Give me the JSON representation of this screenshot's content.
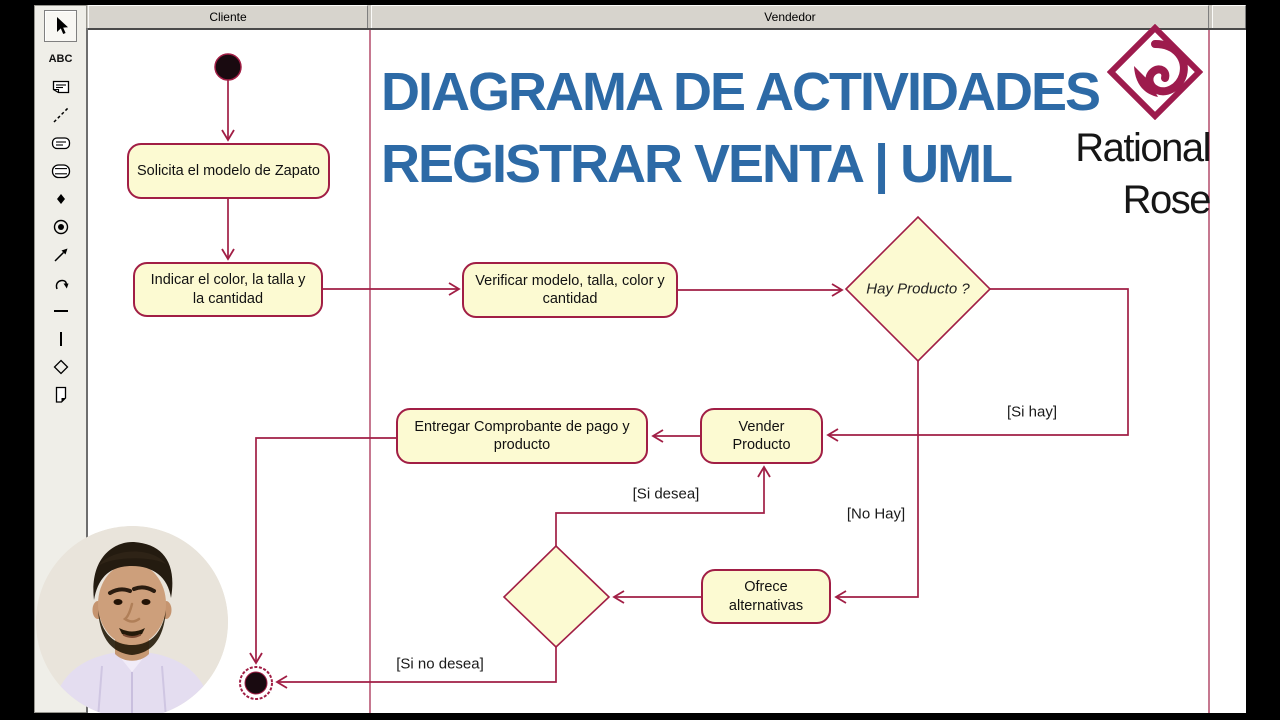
{
  "colors": {
    "accent_maroon": "#A11E45",
    "node_fill": "#FCFAD2",
    "title_blue": "#2D6AA6",
    "logo_maroon": "#9D1B4D"
  },
  "toolbar": {
    "text_tool_label": "ABC",
    "tools": [
      "cursor",
      "text",
      "note",
      "anchor-note",
      "state",
      "activity",
      "start-state",
      "end-state",
      "transition",
      "self-transition",
      "horizontal-sync",
      "vertical-sync",
      "decision",
      "swimlane"
    ]
  },
  "header": {
    "lanes": [
      {
        "label": "Cliente"
      },
      {
        "label": "Vendedor"
      }
    ]
  },
  "title": {
    "line1": "DIAGRAMA DE ACTIVIDADES",
    "line2": "REGISTRAR VENTA | UML"
  },
  "logo": {
    "line1": "Rational",
    "line2": "Rose"
  },
  "diagram": {
    "activities": {
      "solicita": "Solicita el modelo de Zapato",
      "indicar": "Indicar el color, la talla y la cantidad",
      "verificar": "Verificar modelo, talla, color y cantidad",
      "vender": "Vender Producto",
      "entregar": "Entregar Comprobante de pago y producto",
      "ofrece": "Ofrece alternativas"
    },
    "decisions": {
      "hay_producto": "Hay Producto ?"
    },
    "guards": {
      "si_hay": "[Si hay]",
      "no_hay": "[No Hay]",
      "si_desea": "[Si desea]",
      "si_no_desea": "[Si no desea]"
    }
  }
}
